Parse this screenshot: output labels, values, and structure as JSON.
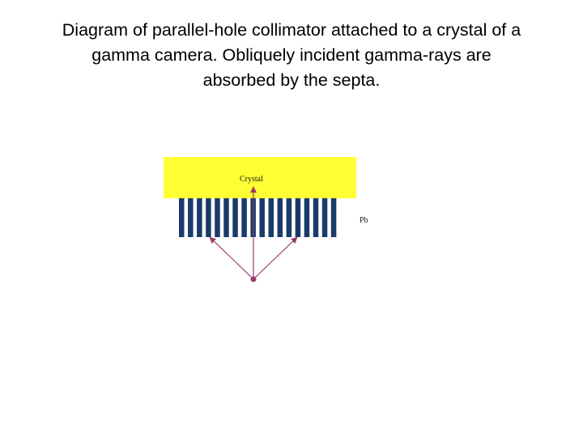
{
  "slide": {
    "title_lines": [
      "Diagram of parallel-hole collimator attached to a crystal of a",
      "gamma camera. Obliquely incident gamma-rays are",
      "absorbed by the septa."
    ]
  },
  "diagram": {
    "crystal_label": "Crystal",
    "side_label": "Pb",
    "septa_count": 18,
    "colors": {
      "crystal": "#ffff33",
      "septa": "#1a3a6b",
      "ray": "#9b3a6b",
      "source": "#9b3a6b"
    }
  }
}
